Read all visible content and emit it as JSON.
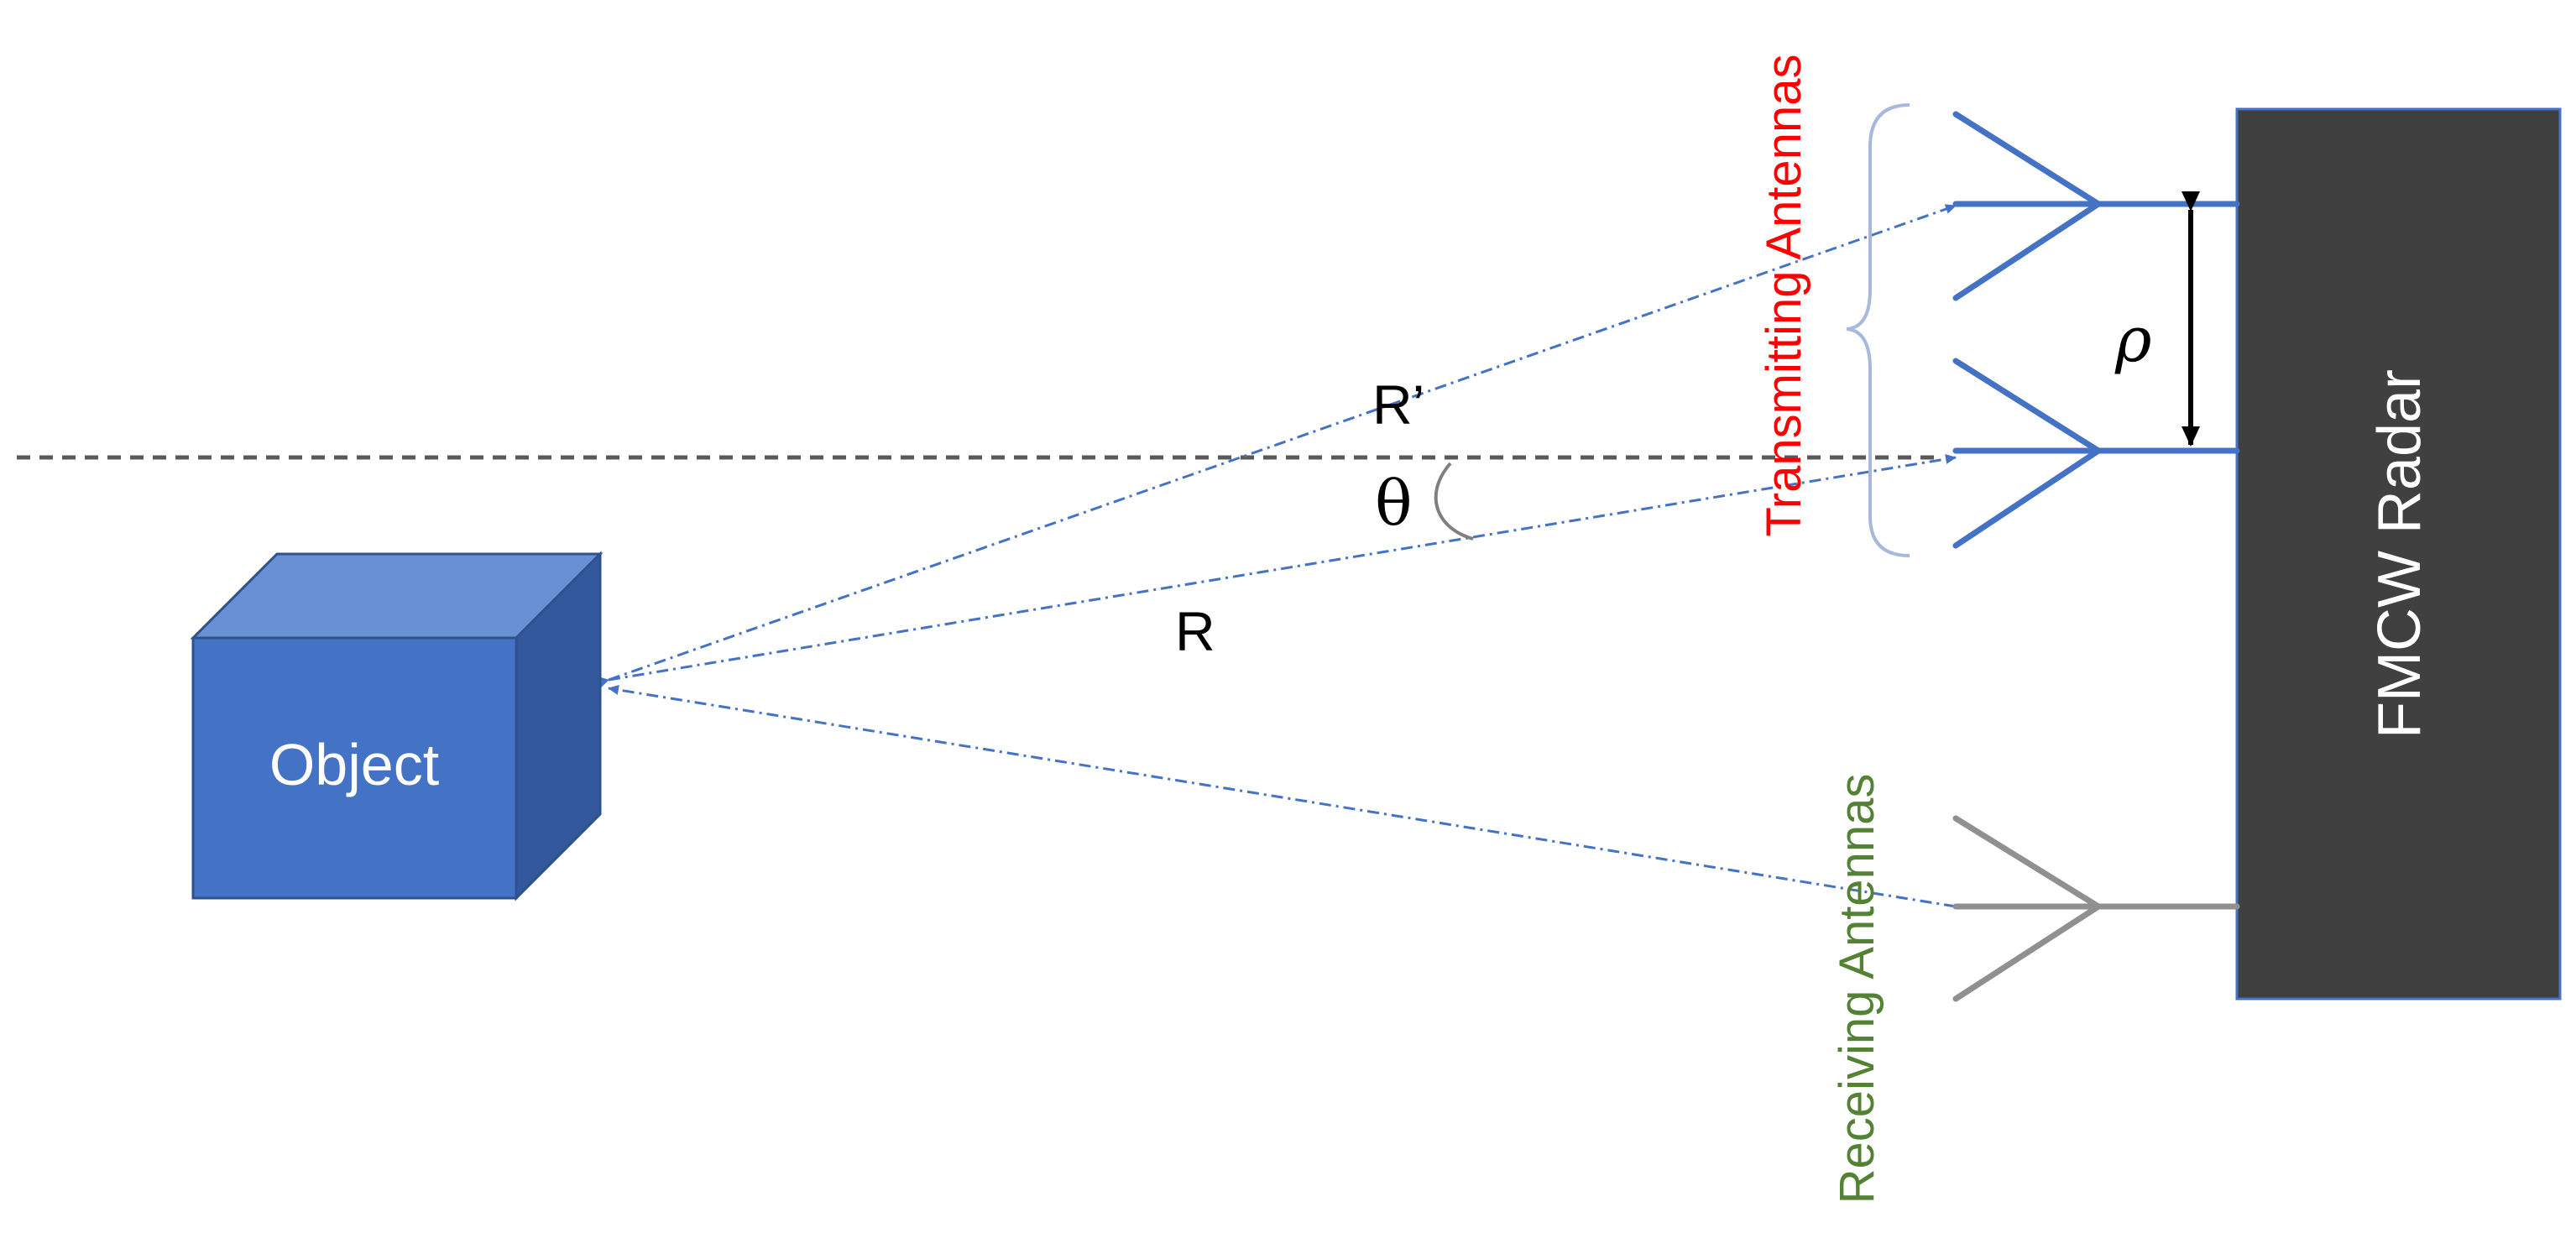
{
  "labels": {
    "object": "Object",
    "radar": "FMCW Radar",
    "transmitting": "Transmitting Antennas",
    "receiving": "Receiving Antennas",
    "r_prime": "R’",
    "r": "R",
    "theta": "θ",
    "rho": "ρ"
  },
  "colors": {
    "object_front": "#4472c4",
    "object_top": "#6a90d4",
    "object_side": "#34589c",
    "radar_body": "#404040",
    "radar_text": "#ffffff",
    "tx_antenna": "#4472c4",
    "rx_antenna": "#909090",
    "transmitting_text": "#ff0000",
    "receiving_text": "#548235",
    "ray": "#4472c4",
    "reference_line": "#595959",
    "brace": "#a8b8dc",
    "text": "#000000"
  }
}
